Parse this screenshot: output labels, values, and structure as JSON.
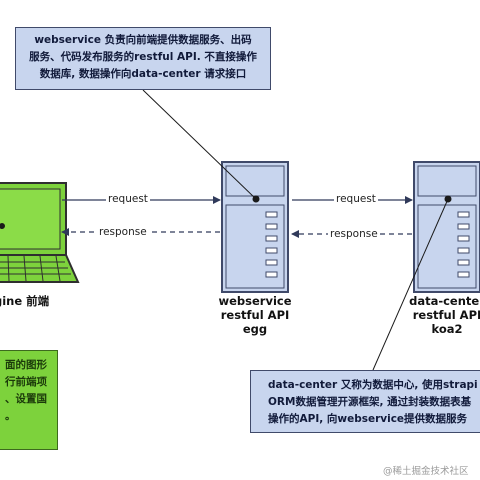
{
  "notes": {
    "top": {
      "line1": "webservice 负责向前端提供数据服务、出码",
      "line2": "服务、代码发布服务的restful API. 不直接操作",
      "line3": "数据库, 数据操作向data-center 请求接口"
    },
    "right": {
      "line1": "data-center 又称为数据中心, 使用strapi",
      "line2": "ORM数据管理开源框架, 通过封装数据表基",
      "line3": "操作的API, 向webservice提供数据服务"
    },
    "left": {
      "line1": "面的图形",
      "line2": "行前端项",
      "line3": "、设置国",
      "line4": "。"
    }
  },
  "nodes": {
    "engine": {
      "line1": "gine 前端"
    },
    "webservice": {
      "line1": "webservice",
      "line2": "restful API",
      "line3": "egg"
    },
    "datacenter": {
      "line1": "data-center",
      "line2": "restful API",
      "line3": "koa2"
    }
  },
  "edges": {
    "left_request": "request",
    "left_response": "response",
    "right_request": "request",
    "right_response": "response"
  },
  "colors": {
    "server_fill": "#c8d5ee",
    "server_stroke": "#404a6a",
    "laptop_fill": "#7dd23c",
    "note_blue": "#c8d5ee",
    "note_green": "#7dd23c"
  },
  "watermark": "@稀土掘金技术社区"
}
